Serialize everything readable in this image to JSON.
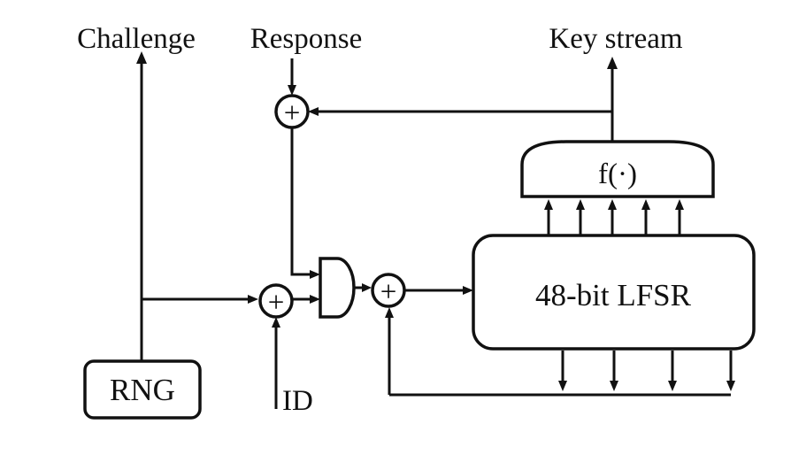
{
  "labels": {
    "challenge": "Challenge",
    "response": "Response",
    "key_stream": "Key stream",
    "id": "ID"
  },
  "blocks": {
    "rng": "RNG",
    "lfsr": "48-bit LFSR",
    "filter": "f(·)"
  },
  "operators": {
    "xor": "+"
  }
}
